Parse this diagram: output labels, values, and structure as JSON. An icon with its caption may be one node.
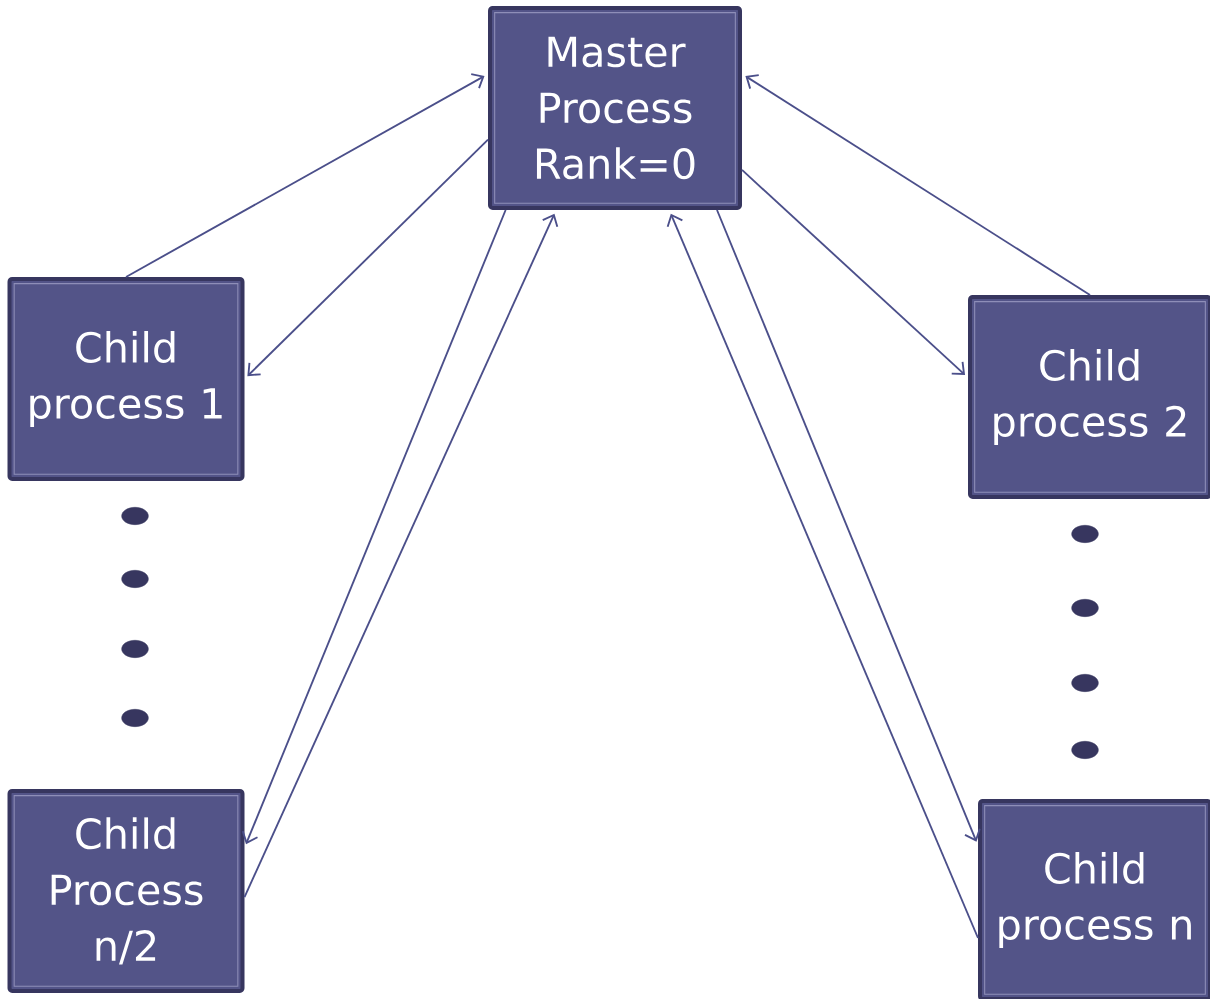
{
  "diagram": {
    "nodes": [
      {
        "text": [
          "Master Process Rank=0"
        ]
      },
      {
        "text": [
          "Child process 1"
        ]
      },
      {
        "text": [
          "Child process 2"
        ]
      },
      {
        "text": [
          "Child Process n/2"
        ]
      },
      {
        "text": [
          "Child process n"
        ]
      }
    ],
    "edges": [
      {
        "from": 1,
        "to": 0,
        "arrow": "to"
      },
      {
        "from": 0,
        "to": 1,
        "arrow": "to"
      },
      {
        "from": 2,
        "to": 0,
        "arrow": "to"
      },
      {
        "from": 0,
        "to": 2,
        "arrow": "to"
      },
      {
        "from": 0,
        "to": 3,
        "arrow": "to"
      },
      {
        "from": 3,
        "to": 0,
        "arrow": "to"
      },
      {
        "from": 0,
        "to": 4,
        "arrow": "to"
      },
      {
        "from": 4,
        "to": 0,
        "arrow": "to"
      }
    ]
  }
}
